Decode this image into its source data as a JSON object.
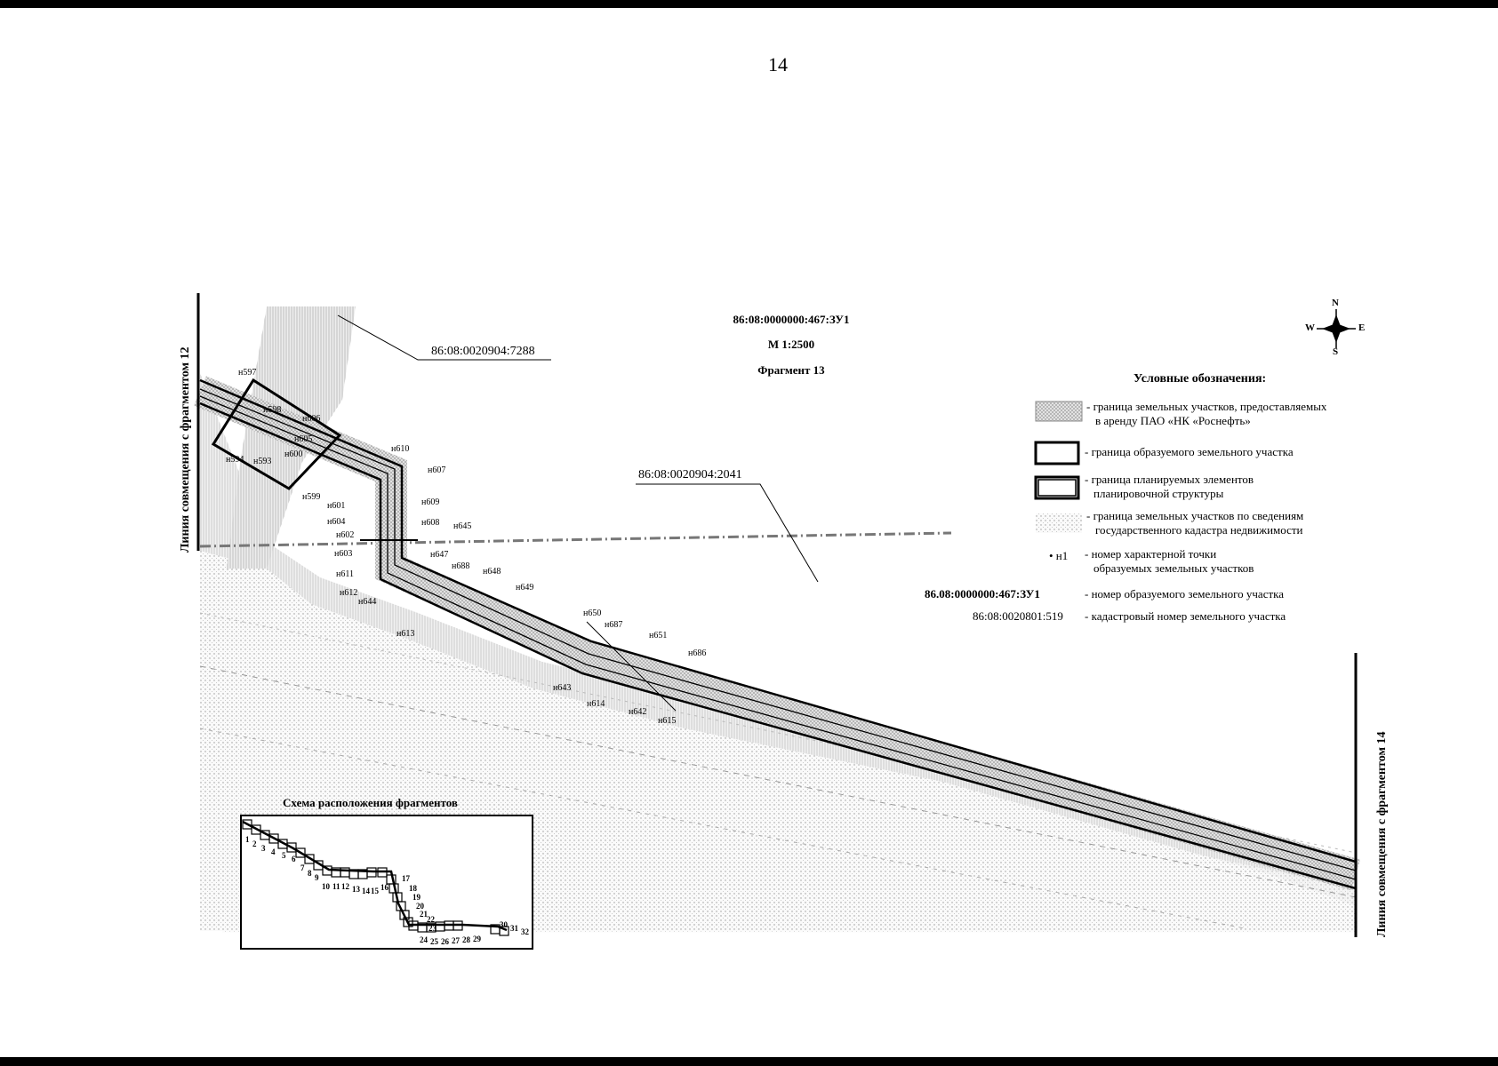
{
  "page": {
    "number": "14"
  },
  "map": {
    "parcel_code": "86:08:0000000:467:ЗУ1",
    "scale": "М 1:2500",
    "fragment": "Фрагмент 13",
    "left_match_line": "Линия совмещения с фрагментом 12",
    "right_match_line": "Линия совмещения с фрагментом 14",
    "cadastral_labels": [
      "86:08:0020904:7288",
      "86:08:0020904:2041"
    ],
    "compass": {
      "n": "N",
      "s": "S",
      "w": "W",
      "e": "E"
    },
    "points": [
      "н597",
      "н598",
      "н606",
      "н605",
      "н600",
      "н594",
      "н593",
      "н599",
      "н610",
      "н607",
      "н601",
      "н609",
      "н604",
      "н608",
      "н645",
      "н602",
      "н603",
      "н647",
      "н611",
      "н688",
      "н648",
      "н612",
      "н644",
      "н649",
      "н613",
      "н650",
      "н687",
      "н651",
      "н686",
      "н643",
      "н614",
      "н642",
      "н615"
    ]
  },
  "legend": {
    "title": "Условные обозначения:",
    "items": [
      {
        "text1": "- граница земельных участков, предоставляемых",
        "text2": "в аренду ПАО «НК «Роснефть»"
      },
      {
        "text1": "- граница образуемого земельного участка",
        "text2": ""
      },
      {
        "text1": "- граница планируемых элементов",
        "text2": "планировочной структуры"
      },
      {
        "text1": "- граница земельных участков по сведениям",
        "text2": "государственного кадастра недвижимости"
      },
      {
        "symbol": "• н1",
        "text1": "- номер характерной точки",
        "text2": "образуемых земельных участков"
      },
      {
        "code": "86.08:0000000:467:ЗУ1",
        "text1": "- номер образуемого земельного участка"
      },
      {
        "code": "86:08:0020801:519",
        "text1": "- кадастровый номер земельного участка"
      }
    ]
  },
  "inset": {
    "title": "Схема расположения фрагментов",
    "numbers": [
      "1",
      "2",
      "3",
      "4",
      "5",
      "6",
      "7",
      "8",
      "9",
      "10",
      "11",
      "12",
      "13",
      "14",
      "15",
      "16",
      "17",
      "18",
      "19",
      "20",
      "21",
      "22",
      "23",
      "24",
      "25",
      "26",
      "27",
      "28",
      "29",
      "30",
      "31",
      "32"
    ]
  }
}
